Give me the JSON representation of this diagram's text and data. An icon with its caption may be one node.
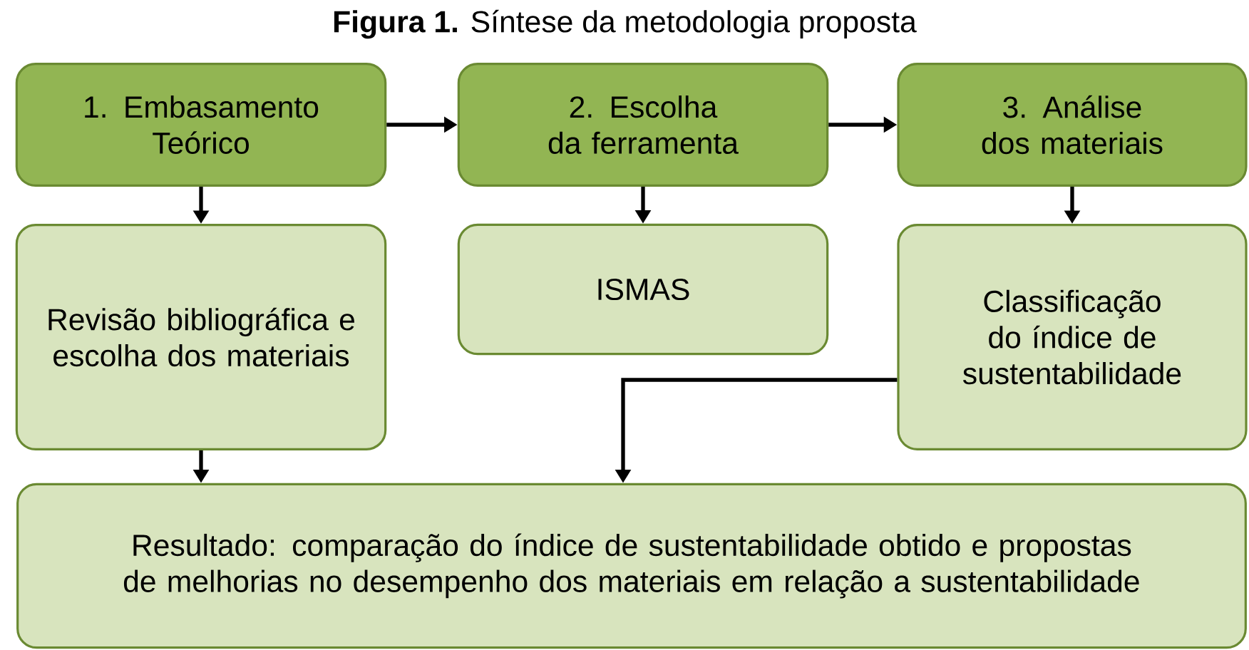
{
  "diagram": {
    "title": "**Figura 1.** Síntese da metodologia proposta",
    "nodes": [
      {
        "text": [
          "1. Embasamento Teórico"
        ]
      },
      {
        "text": [
          "2. Escolha da ferramenta"
        ]
      },
      {
        "text": [
          "3. Análise dos materiais"
        ]
      },
      {
        "text": [
          "Revisão bibliográfica e escolha dos materiais"
        ]
      },
      {
        "text": [
          "ISMAS"
        ]
      },
      {
        "text": [
          "Classificação do índice de sustentabilidade"
        ]
      },
      {
        "text": [
          "Resultado: comparação do índice de sustentabilidade obtido e propostas de melhorias no desempenho dos materiais em relação a sustentabilidade"
        ]
      }
    ],
    "edges": [
      {
        "from": 0,
        "to": 1,
        "arrow": "to"
      },
      {
        "from": 1,
        "to": 2,
        "arrow": "to"
      },
      {
        "from": 0,
        "to": 3,
        "arrow": "to"
      },
      {
        "from": 1,
        "to": 4,
        "arrow": "to"
      },
      {
        "from": 2,
        "to": 5,
        "arrow": "to"
      },
      {
        "from": 3,
        "to": 6,
        "arrow": "to"
      },
      {
        "from": 5,
        "to": 6,
        "arrow": "to"
      }
    ]
  }
}
